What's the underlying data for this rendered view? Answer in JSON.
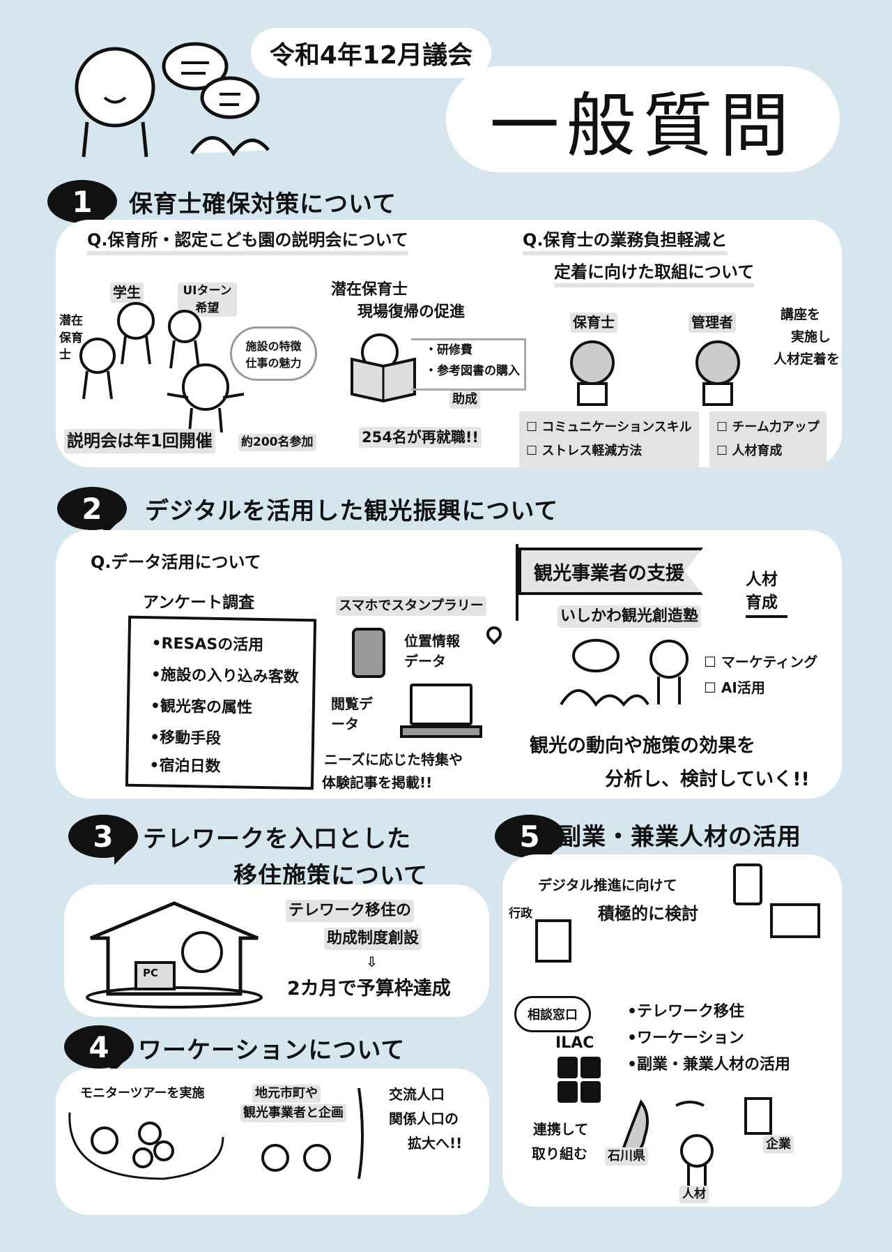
{
  "header": {
    "session": "令和4年12月議会",
    "title": "一般質問"
  },
  "sections": [
    {
      "number": "1",
      "title": "保育士確保対策について",
      "q1": {
        "question": "Q.保育所・認定こども園の説明会について",
        "labels": [
          "学生",
          "UIターン希望",
          "潜在保育士"
        ],
        "bubble": "施設の特徴 仕事の魅力",
        "footer1": "説明会は年1回開催",
        "footer2": "約200名参加",
        "return": {
          "title1": "潜在保育士",
          "title2": "現場復帰の促進",
          "items": [
            "・研修費",
            "・参考図書の購入"
          ],
          "tag": "助成",
          "result": "254名が再就職!!"
        }
      },
      "q2": {
        "question1": "Q.保育士の業務負担軽減と",
        "question2": "定着に向けた取組について",
        "roles": [
          {
            "label": "保育士",
            "items": [
              "コミュニケーションスキル",
              "ストレス軽減方法"
            ]
          },
          {
            "label": "管理者",
            "items": [
              "チーム力アップ",
              "人材育成"
            ]
          }
        ],
        "note": [
          "講座を",
          "実施し",
          "人材定着を"
        ]
      }
    },
    {
      "number": "2",
      "title": "デジタルを活用した観光振興について",
      "q": "Q.データ活用について",
      "survey_title": "アンケート調査",
      "survey_items": [
        "•RESASの活用",
        "•施設の入り込み客数",
        "•観光客の属性",
        "•移動手段",
        "•宿泊日数"
      ],
      "stamp": "スマホでスタンプラリー",
      "location": "位置情報データ",
      "browse": "閲覧データ",
      "feature": [
        "ニーズに応じた特集や",
        "体験記事を掲載!!"
      ],
      "flag": "観光事業者の支援",
      "jinzai": "人材育成",
      "juku": "いしかわ観光創造塾",
      "juku_items": [
        "マーケティング",
        "AI活用"
      ],
      "conclusion": [
        "観光の動向や施策の効果を",
        "分析し、検討していく!!"
      ]
    },
    {
      "number": "3",
      "title1": "テレワークを入口とした",
      "title2": "移住施策について",
      "pc": "PC",
      "text1": "テレワーク移住の",
      "text2": "助成制度創設",
      "result": "2カ月で予算枠達成"
    },
    {
      "number": "4",
      "title": "ワーケーションについて",
      "tour": "モニターツアーを実施",
      "plan": [
        "地元市町や",
        "観光事業者と企画"
      ],
      "result": [
        "交流人口",
        "関係人口の",
        "拡大へ!!"
      ]
    },
    {
      "number": "5",
      "title": "副業・兼業人材の活用",
      "digital": "デジタル推進に向けて",
      "gyosei": "行政",
      "kento": "積極的に検討",
      "soudan": "相談窓口",
      "ilac": "ILAC",
      "items": [
        "•テレワーク移住",
        "•ワーケーション",
        "•副業・兼業人材の活用"
      ],
      "renkei": [
        "連携して",
        "取り組む"
      ],
      "ishikawa": "石川県",
      "kigyo": "企業",
      "jinzai": "人材"
    }
  ],
  "colors": {
    "background": "#d5e6ef",
    "panel": "#ffffff",
    "ink": "#111111",
    "highlight": "#e3e3e3"
  }
}
